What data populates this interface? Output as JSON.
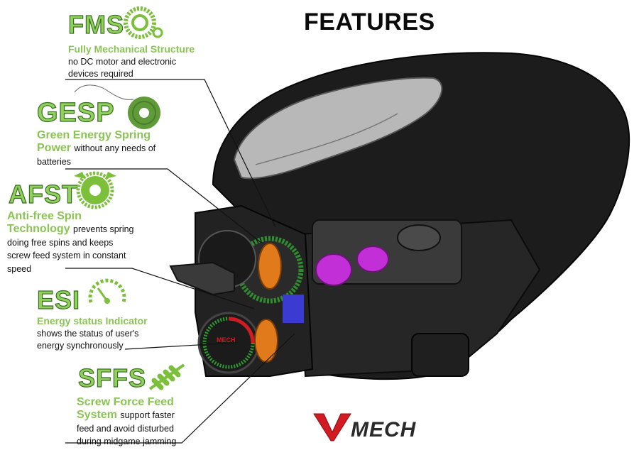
{
  "page": {
    "title": "FEATURES"
  },
  "features": [
    {
      "code": "FMS",
      "name": "Fully Mechanical Structure",
      "description": "no DC motor and electronic devices required",
      "icon": "gear-icon"
    },
    {
      "code": "GESP",
      "name": "Green Energy Spring Power",
      "description": "without any needs of batteries",
      "icon": "spring-coil-icon"
    },
    {
      "code": "AFST",
      "name": "Anti-free Spin Technology",
      "description": "prevents spring doing free spins and keeps screw feed system in constant speed",
      "icon": "ratchet-gear-icon"
    },
    {
      "code": "ESI",
      "name": "Energy status Indicator",
      "description": "shows the status of user's energy synchronously",
      "icon": "gauge-icon"
    },
    {
      "code": "SFFS",
      "name": "Screw Force Feed System",
      "description": "support faster feed and avoid disturbed during midgame jamming",
      "icon": "screw-feeder-icon"
    }
  ],
  "product": {
    "dial_text": "MECH"
  },
  "brand": {
    "logo_text": "MECH"
  },
  "colors": {
    "accent_green": "#8ac455",
    "dark_green": "#3a6e22",
    "brand_red": "#d11a22",
    "body": "#1c1c1c",
    "feeder_purple": "#c22fd6",
    "wheel_orange": "#e07a1a"
  }
}
